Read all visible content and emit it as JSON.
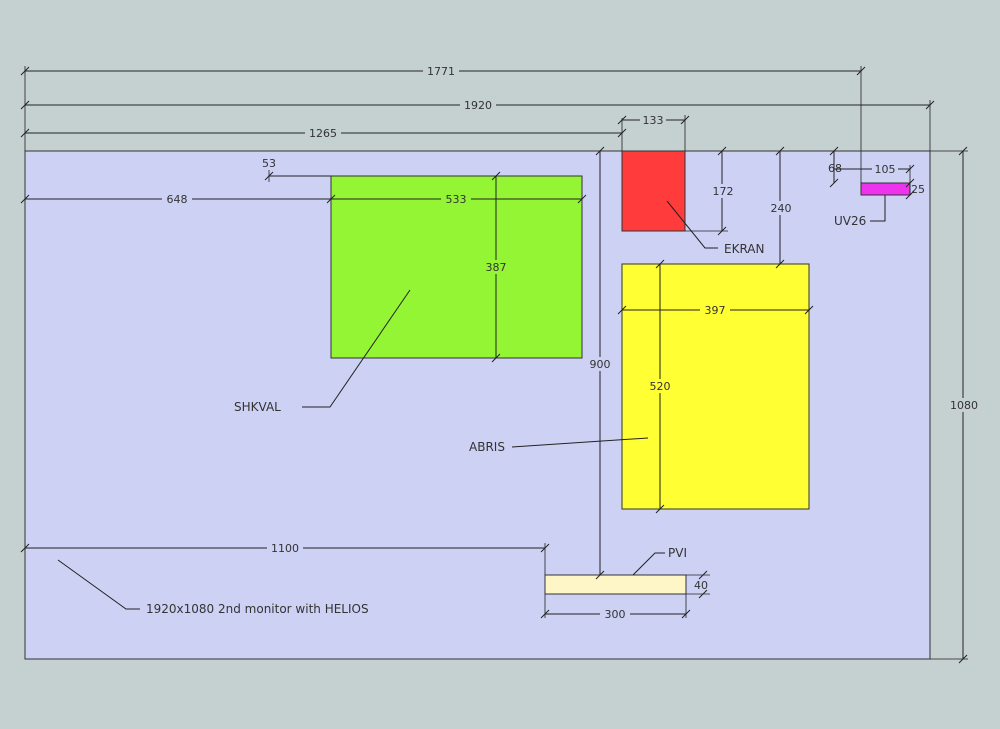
{
  "colors": {
    "background": "#c5d0d0",
    "monitor": "#cdd2f5",
    "shkval": "#93f534",
    "ekran": "#ff3b3b",
    "abris": "#ffff33",
    "uv26": "#ee33ee",
    "pvi": "#fff6c8"
  },
  "dimensions": {
    "d1771": "1771",
    "d1920": "1920",
    "d1265": "1265",
    "d133": "133",
    "d53": "53",
    "d648": "648",
    "d533": "533",
    "d387": "387",
    "d172": "172",
    "d240": "240",
    "d68": "68",
    "d105": "105",
    "d25": "25",
    "d397": "397",
    "d520": "520",
    "d900": "900",
    "d1080": "1080",
    "d1100": "1100",
    "d40": "40",
    "d300": "300"
  },
  "labels": {
    "shkval": "SHKVAL",
    "ekran": "EKRAN",
    "abris": "ABRIS",
    "uv26": "UV26",
    "pvi": "PVI",
    "monitor": "1920x1080 2nd monitor with HELIOS"
  }
}
